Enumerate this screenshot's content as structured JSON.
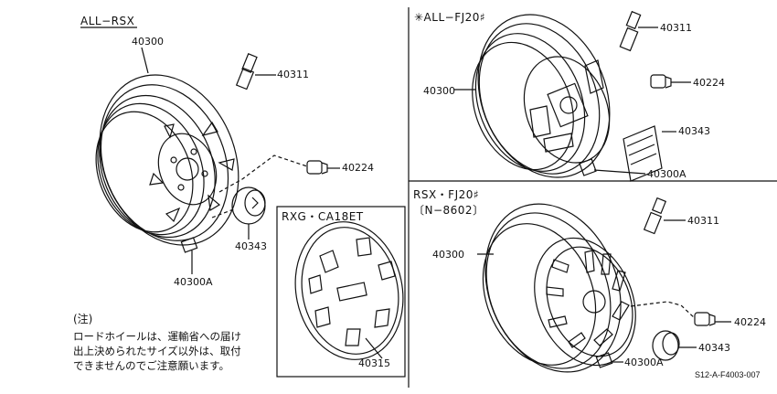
{
  "sections": {
    "all_rsx": {
      "header": "ALL−RSX",
      "parts": {
        "wheel": "40300",
        "valve": "40311",
        "nut": "40224",
        "cap": "40343",
        "weight": "40300A"
      }
    },
    "all_fj20": {
      "header": "✳ALL−FJ20♯",
      "parts": {
        "valve": "40311",
        "wheel": "40300",
        "nut": "40224",
        "weight_plate": "40343",
        "weight": "40300A"
      }
    },
    "rxg_ca18et": {
      "header": "RXG・CA18ET",
      "parts": {
        "wheel_cover": "40315"
      }
    },
    "rsx_fj20": {
      "header_line1": "RSX・FJ20♯",
      "header_line2": "〔N−8602〕",
      "parts": {
        "valve": "40311",
        "wheel": "40300",
        "nut": "40224",
        "cap": "40343",
        "weight": "40300A"
      }
    }
  },
  "note": {
    "title": "(注)",
    "body": "ロードホイールは、運輸省への届け\n出上決められたサイズ以外は、取付\nできませんのでご注意願います。"
  },
  "reference_code": "S12-A-F4003-007"
}
